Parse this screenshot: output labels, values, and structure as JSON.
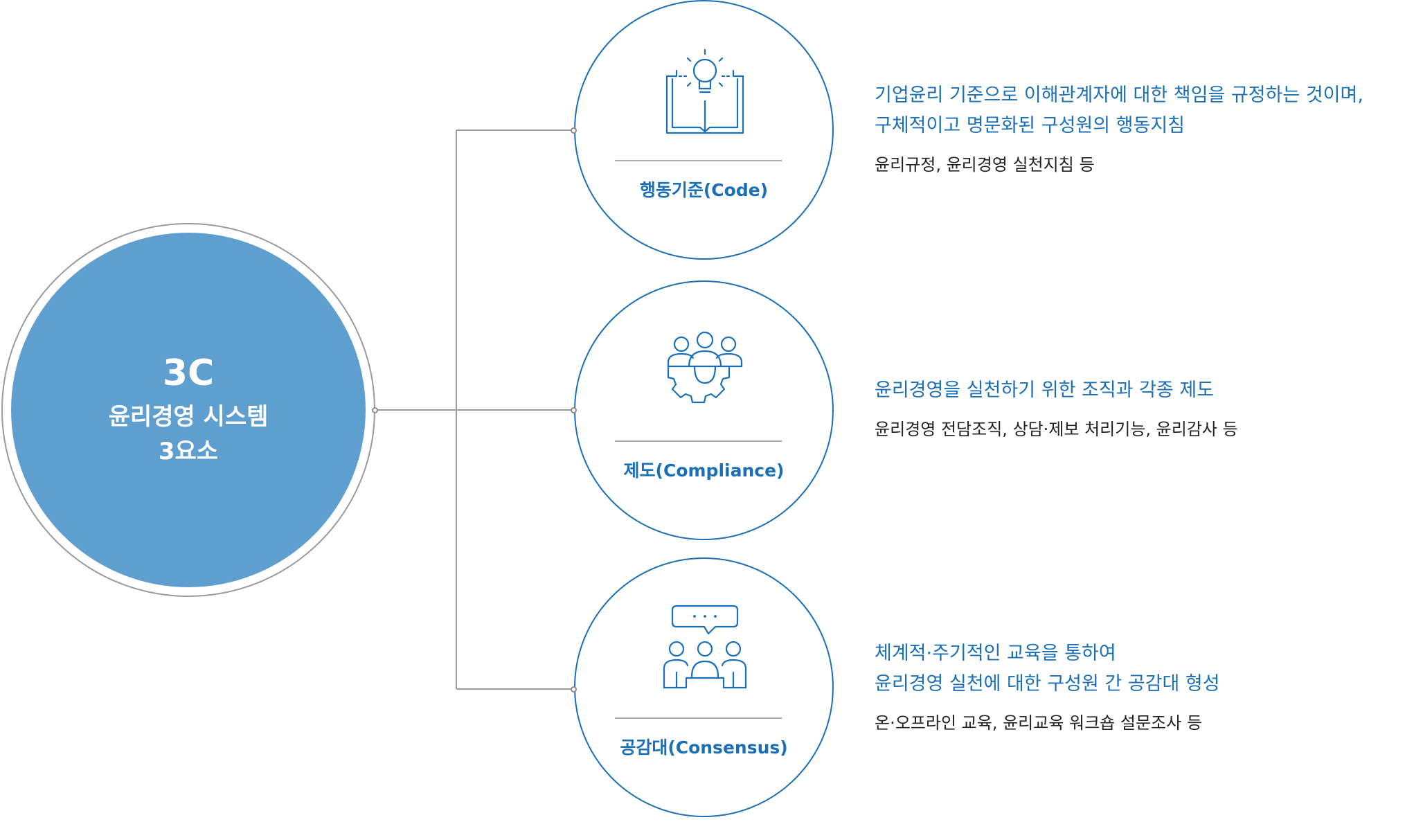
{
  "center": {
    "title": "3C",
    "line1": "윤리경영 시스템",
    "line2": "3요소"
  },
  "items": [
    {
      "label": "행동기준(Code)",
      "icon": "book-lightbulb-icon",
      "desc_line1": "기업윤리 기준으로 이해관계자에 대한 책임을 규정하는 것이며,",
      "desc_line2": "구체적이고 명문화된 구성원의 행동지침",
      "example": "윤리규정, 윤리경영 실천지침 등"
    },
    {
      "label": "제도(Compliance)",
      "icon": "people-gear-icon",
      "desc_line1": "윤리경영을 실천하기 위한 조직과 각종 제도",
      "desc_line2": "",
      "example": "윤리경영 전담조직, 상담·제보 처리기능, 윤리감사 등"
    },
    {
      "label": "공감대(Consensus)",
      "icon": "people-speech-icon",
      "desc_line1": "체계적·주기적인 교육을 통하여",
      "desc_line2": "윤리경영 실천에 대한 구성원 간 공감대 형성",
      "example": "온·오프라인 교육, 윤리교육 워크숍 설문조사 등"
    }
  ],
  "colors": {
    "accent": "#1b6fb6",
    "center_fill": "#5f9fcf",
    "connector": "#9a9a9a"
  }
}
